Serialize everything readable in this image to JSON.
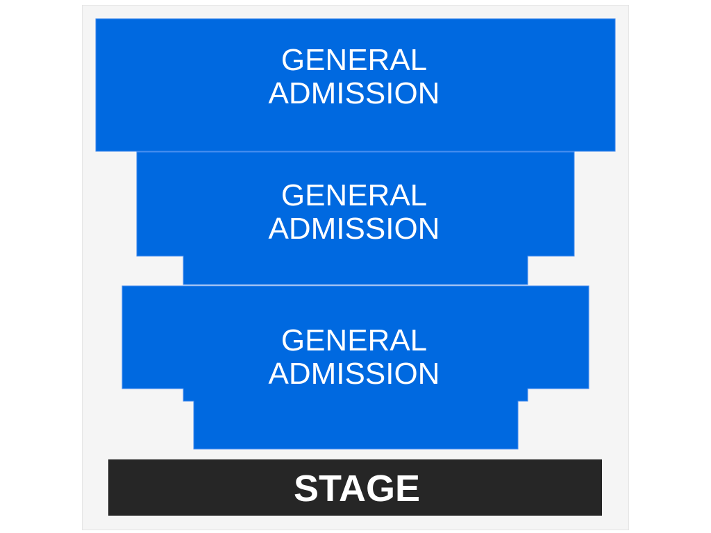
{
  "colors": {
    "section_fill": "#0069e0",
    "stage_fill": "#262626",
    "background": "#f5f5f5"
  },
  "sections": [
    {
      "line1": "GENERAL",
      "line2": "ADMISSION"
    },
    {
      "line1": "GENERAL",
      "line2": "ADMISSION"
    },
    {
      "line1": "GENERAL",
      "line2": "ADMISSION"
    }
  ],
  "stage": {
    "label": "STAGE"
  }
}
